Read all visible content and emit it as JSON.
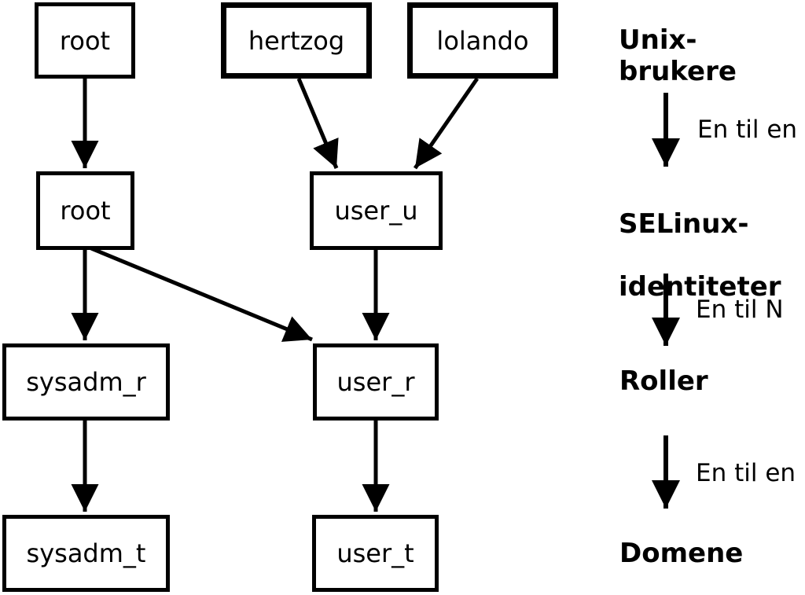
{
  "diagram_title": "SELinux users, identities, roles and domains mapping",
  "nodes": {
    "unix_root": "root",
    "unix_hertzog": "hertzog",
    "unix_lolando": "lolando",
    "sel_root": "root",
    "sel_user_u": "user_u",
    "role_sysadm_r": "sysadm_r",
    "role_user_r": "user_r",
    "dom_sysadm_t": "sysadm_t",
    "dom_user_t": "user_t"
  },
  "legend": {
    "unix_label": "Unix-brukere",
    "selinux_line1": "SELinux-",
    "selinux_line2": "identiteter",
    "roles_label": "Roller",
    "domains_label": "Domene",
    "arrow1_label": "En til en",
    "arrow2_label": "En til N",
    "arrow3_label": "En til en"
  },
  "edges": [
    {
      "from": "unix_root",
      "to": "sel_root"
    },
    {
      "from": "unix_hertzog",
      "to": "sel_user_u"
    },
    {
      "from": "unix_lolando",
      "to": "sel_user_u"
    },
    {
      "from": "sel_root",
      "to": "role_sysadm_r"
    },
    {
      "from": "sel_root",
      "to": "role_user_r"
    },
    {
      "from": "sel_user_u",
      "to": "role_user_r"
    },
    {
      "from": "role_sysadm_r",
      "to": "dom_sysadm_t"
    },
    {
      "from": "role_user_r",
      "to": "dom_user_t"
    }
  ],
  "colors": {
    "stroke": "#000000",
    "box_fill": "#ffffff",
    "background": "#ffffff",
    "text": "#000000"
  }
}
